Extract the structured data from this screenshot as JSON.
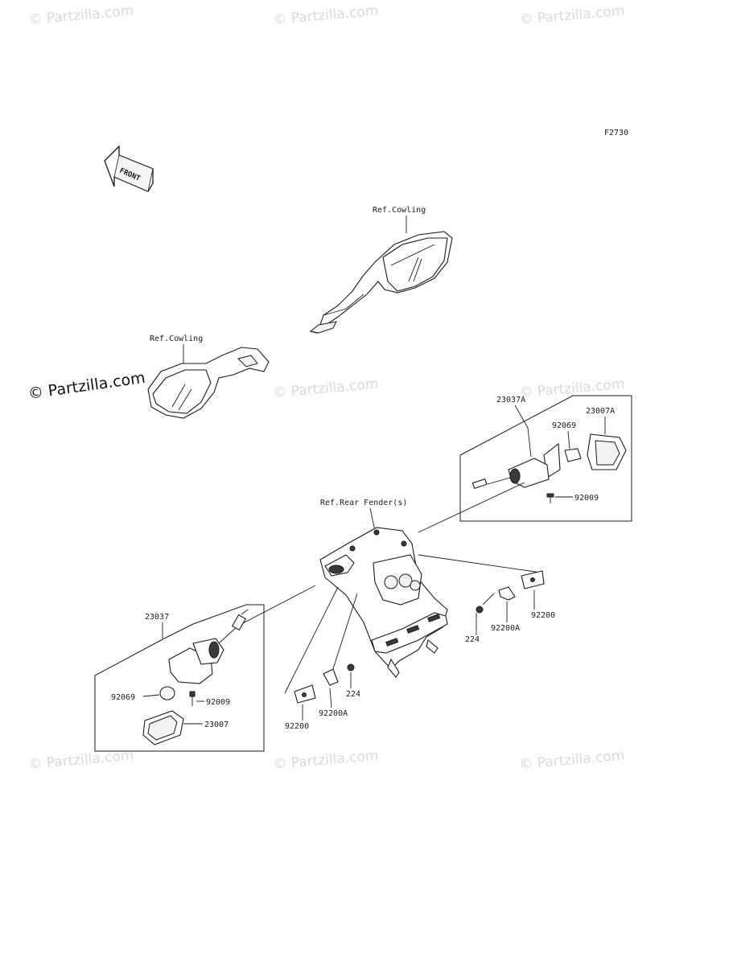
{
  "figure_code": "F2730",
  "front_arrow_text": "FRONT",
  "watermark_text": "© Partzilla.com",
  "references": {
    "cowling_right": "Ref.Cowling",
    "cowling_left": "Ref.Cowling",
    "rear_fender": "Ref.Rear Fender(s)"
  },
  "right_group": {
    "assembly": "23037A",
    "cover": "23007A",
    "bulb": "92069",
    "screw": "92009"
  },
  "center_right": {
    "bolt": "224",
    "bracket": "92200A",
    "plate": "92200"
  },
  "center_left": {
    "plate": "92200",
    "bracket": "92200A",
    "bolt": "224"
  },
  "left_group": {
    "assembly": "23037",
    "bulb": "92069",
    "screw": "92009",
    "cover": "23007"
  }
}
